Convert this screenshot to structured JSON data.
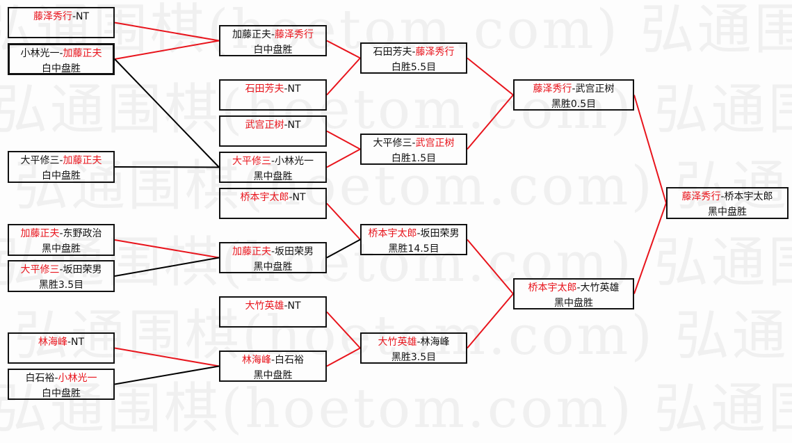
{
  "watermark": "弘通围棋(hoetom.com)",
  "colors": {
    "winner": "#e8141c",
    "win_line": "#e8141c",
    "loss_line": "#000000",
    "border": "#111111"
  },
  "rounds": [
    {
      "boxes": [
        {
          "id": "a1",
          "segments": [
            {
              "t": "藤泽秀行",
              "win": true
            },
            {
              "t": "-NT"
            }
          ],
          "result": ""
        },
        {
          "id": "a2",
          "segments": [
            {
              "t": "小林光一-"
            },
            {
              "t": "加藤正夫",
              "win": true
            }
          ],
          "result": "白中盘胜",
          "bold": true
        },
        {
          "id": "a3",
          "segments": [
            {
              "t": "大平修三-"
            },
            {
              "t": "加藤正夫",
              "win": true
            }
          ],
          "result": "白中盘胜"
        },
        {
          "id": "a4",
          "segments": [
            {
              "t": "加藤正夫",
              "win": true
            },
            {
              "t": "-东野政治"
            }
          ],
          "result": "黑中盘胜"
        },
        {
          "id": "a5",
          "segments": [
            {
              "t": "大平修三",
              "win": true
            },
            {
              "t": "-坂田荣男"
            }
          ],
          "result": "黑胜3.5目"
        },
        {
          "id": "a6",
          "segments": [
            {
              "t": "林海峰",
              "win": true
            },
            {
              "t": "-NT"
            }
          ],
          "result": ""
        },
        {
          "id": "a7",
          "segments": [
            {
              "t": "白石裕-"
            },
            {
              "t": "小林光一",
              "win": true
            }
          ],
          "result": "白中盘胜"
        }
      ]
    },
    {
      "boxes": [
        {
          "id": "b1",
          "segments": [
            {
              "t": "加藤正夫-"
            },
            {
              "t": "藤泽秀行",
              "win": true
            }
          ],
          "result": "白中盘胜"
        },
        {
          "id": "b2",
          "segments": [
            {
              "t": "石田芳夫",
              "win": true
            },
            {
              "t": "-NT"
            }
          ],
          "result": ""
        },
        {
          "id": "b3",
          "segments": [
            {
              "t": "武宫正树",
              "win": true
            },
            {
              "t": "-NT"
            }
          ],
          "result": ""
        },
        {
          "id": "b4",
          "segments": [
            {
              "t": "大平修三",
              "win": true
            },
            {
              "t": "-小林光一"
            }
          ],
          "result": "黑中盘胜"
        },
        {
          "id": "b5",
          "segments": [
            {
              "t": "桥本宇太郎",
              "win": true
            },
            {
              "t": "-NT"
            }
          ],
          "result": ""
        },
        {
          "id": "b6",
          "segments": [
            {
              "t": "加藤正夫",
              "win": true
            },
            {
              "t": "-坂田荣男"
            }
          ],
          "result": "黑中盘胜"
        },
        {
          "id": "b7",
          "segments": [
            {
              "t": "大竹英雄",
              "win": true
            },
            {
              "t": "-NT"
            }
          ],
          "result": ""
        },
        {
          "id": "b8",
          "segments": [
            {
              "t": "林海峰",
              "win": true
            },
            {
              "t": "-白石裕"
            }
          ],
          "result": "黑中盘胜"
        }
      ]
    },
    {
      "boxes": [
        {
          "id": "c1",
          "segments": [
            {
              "t": "石田芳夫-"
            },
            {
              "t": "藤泽秀行",
              "win": true
            }
          ],
          "result": "白胜5.5目"
        },
        {
          "id": "c2",
          "segments": [
            {
              "t": "大平修三-"
            },
            {
              "t": "武宫正树",
              "win": true
            }
          ],
          "result": "白胜1.5目"
        },
        {
          "id": "c3",
          "segments": [
            {
              "t": "桥本宇太郎",
              "win": true
            },
            {
              "t": "-坂田荣男"
            }
          ],
          "result": "黑胜14.5目"
        },
        {
          "id": "c4",
          "segments": [
            {
              "t": "大竹英雄",
              "win": true
            },
            {
              "t": "-林海峰"
            }
          ],
          "result": "黑胜3.5目"
        }
      ]
    },
    {
      "boxes": [
        {
          "id": "d1",
          "segments": [
            {
              "t": "藤泽秀行",
              "win": true
            },
            {
              "t": "-武宫正树"
            }
          ],
          "result": "黑胜0.5目"
        },
        {
          "id": "d2",
          "segments": [
            {
              "t": "桥本宇太郎",
              "win": true
            },
            {
              "t": "-大竹英雄"
            }
          ],
          "result": "黑中盘胜"
        }
      ]
    },
    {
      "boxes": [
        {
          "id": "e1",
          "segments": [
            {
              "t": "藤泽秀行",
              "win": true
            },
            {
              "t": "-桥本宇太郎"
            }
          ],
          "result": "黑中盘胜"
        }
      ]
    }
  ],
  "links": [
    {
      "from": "a1",
      "to": "b1",
      "win": true
    },
    {
      "from": "a2",
      "to": "b1",
      "win": true
    },
    {
      "from": "a2",
      "to": "b4",
      "win": false
    },
    {
      "from": "a3",
      "to": "b4",
      "win": false
    },
    {
      "from": "a4",
      "to": "b6",
      "win": true
    },
    {
      "from": "a5",
      "to": "b6",
      "win": false
    },
    {
      "from": "a6",
      "to": "b8",
      "win": true
    },
    {
      "from": "a7",
      "to": "b8",
      "win": false
    },
    {
      "from": "b1",
      "to": "c1",
      "win": true
    },
    {
      "from": "b2",
      "to": "c1",
      "win": true
    },
    {
      "from": "b3",
      "to": "c2",
      "win": true
    },
    {
      "from": "b4",
      "to": "c2",
      "win": true
    },
    {
      "from": "b5",
      "to": "c3",
      "win": true
    },
    {
      "from": "b6",
      "to": "c3",
      "win": false
    },
    {
      "from": "b7",
      "to": "c4",
      "win": true
    },
    {
      "from": "b8",
      "to": "c4",
      "win": true
    },
    {
      "from": "c1",
      "to": "d1",
      "win": true
    },
    {
      "from": "c2",
      "to": "d1",
      "win": true
    },
    {
      "from": "c3",
      "to": "d2",
      "win": true
    },
    {
      "from": "c4",
      "to": "d2",
      "win": true
    },
    {
      "from": "d1",
      "to": "e1",
      "win": true
    },
    {
      "from": "d2",
      "to": "e1",
      "win": true
    }
  ]
}
